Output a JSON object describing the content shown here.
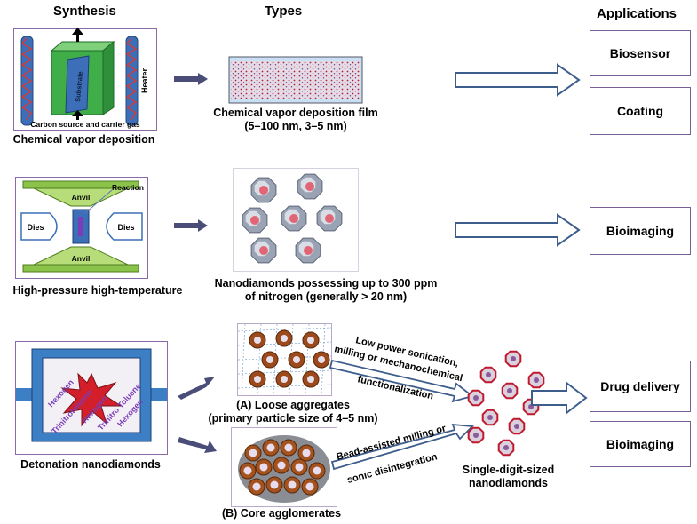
{
  "headers": {
    "synthesis": "Synthesis",
    "types": "Types",
    "applications": "Applications"
  },
  "row1": {
    "cvd_panel": {
      "substrate": "Substrate",
      "heater": "Heater",
      "gas": "Carbon source and carrier gas"
    },
    "synthesis_caption": "Chemical vapor deposition",
    "type_caption_line1": "Chemical vapor deposition film",
    "type_caption_line2": "(5–100 nm, 3–5 nm)",
    "applications": [
      "Biosensor",
      "Coating"
    ]
  },
  "row2": {
    "hpht_panel": {
      "anvil_top": "Anvil",
      "anvil_bottom": "Anvil",
      "dies_left": "Dies",
      "dies_right": "Dies",
      "reaction": "Reaction"
    },
    "synthesis_caption": "High-pressure high-temperature",
    "type_caption_line1": "Nanodiamonds possessing up to 300 ppm",
    "type_caption_line2": "of nitrogen (generally > 20 nm)",
    "application": "Bioimaging"
  },
  "row3": {
    "detonation_panel": {
      "words": [
        "Hexogen",
        "Trinitrotoluene",
        "Hexogen",
        "Trinitro Toluene",
        "Hexogen"
      ]
    },
    "synthesis_caption": "Detonation nanodiamonds",
    "loose_line1": "(A)  Loose aggregates",
    "loose_line2": "(primary particle size of 4–5 nm)",
    "core_caption": "(B) Core agglomerates",
    "process_top_line1": "Low power sonication,",
    "process_top_line2": "milling or mechanochemical",
    "process_top_line3": "functionalization",
    "process_bottom_line1": "Bead-assisted milling or",
    "process_bottom_line2": "sonic disintegration",
    "result_line1": "Single-digit-sized",
    "result_line2": "nanodiamonds",
    "applications": [
      "Drug delivery",
      "Bioimaging"
    ]
  },
  "colors": {
    "frame": "#8a6aa6",
    "arrow_dark": "#4a4d78",
    "arrow_outline": "#3d5d8c",
    "green": "#3fae49",
    "blue_panel": "#3d7fc4",
    "nd_red": "#c0192e"
  }
}
